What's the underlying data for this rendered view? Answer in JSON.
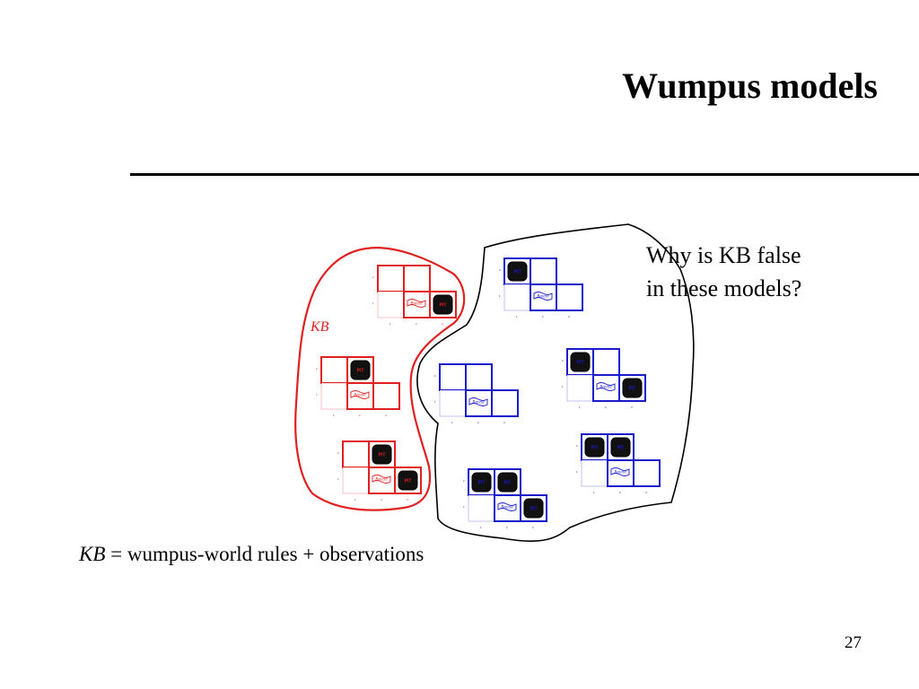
{
  "slide": {
    "title": "Wumpus models",
    "question_lines": [
      "Why is KB false",
      "in these models?"
    ],
    "kb_definition": {
      "kb": "KB",
      "rest": " = wumpus-world rules + observations"
    },
    "kb_label": "KB",
    "page_number": "27"
  },
  "figure": {
    "colors": {
      "kb_models": "#e02020",
      "other_models": "#1a1acc",
      "outline": "#000000"
    },
    "pit_label": "PIT",
    "breeze_label": "Breeze",
    "tick_labels": {
      "rows": [
        "2",
        "1"
      ],
      "cols": [
        "1",
        "2",
        "3"
      ]
    },
    "kb_models": [
      {
        "pits": [
          "3,1"
        ]
      },
      {
        "pits": [
          "2,2"
        ]
      },
      {
        "pits": [
          "2,2",
          "3,1"
        ]
      }
    ],
    "other_models": [
      {
        "pits": [
          "1,2"
        ]
      },
      {
        "pits": []
      },
      {
        "pits": [
          "1,2",
          "3,1"
        ]
      },
      {
        "pits": [
          "1,2",
          "2,2"
        ]
      },
      {
        "pits": [
          "1,2",
          "2,2",
          "3,1"
        ]
      }
    ]
  }
}
